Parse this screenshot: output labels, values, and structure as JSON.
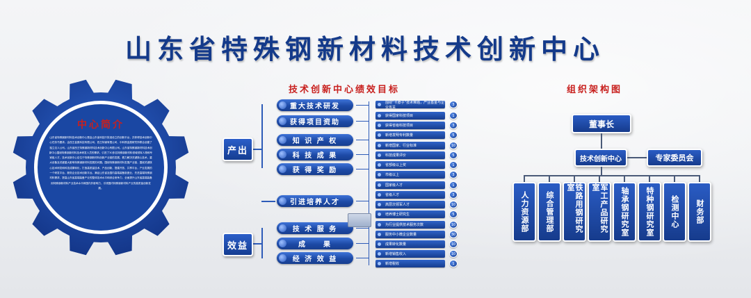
{
  "title": "山东省特殊钢新材料技术创新中心",
  "intro": {
    "title": "中心简介",
    "text": "山东省特殊钢新材料技术创新中心是由山东省科技厅批准设立的创新平台，并获得技术创新中心任务书要求。由西王金属科技有限公司、西王特钢有限公司、中科院金属研究所联合创建了独立法人公司。山东省西王特殊钢新材料技术创新中心有限公司。山东省特殊钢新材料技术创新中心围绕特殊钢新材料技术研发人员的需求，引进了30多名特殊钢新材料领域领军人物和专家组人才，技术创新中心定位于特殊钢新材料创新产业链的发展，着力解决关键核心技术，重大设备及关键重大影响特殊钢新材料发展的问题。围绕特殊钢新材料发展产业链，围绕关键核心技术研发和科技成果转化，打造高质量技术、产品创新，搭建开放、共享平台，产业发展的一个研发平台，服务企业技术创新平台。满足山东省及国内高端装备制造业，先进高端特殊钢材料需求，提高山东省高端装备产业的整体技术水平和综合竞争力，全面提升山东省高端装备用特殊钢新材料产业技术水平和国内外影响力，引领国内特殊钢新材料产业的高质量创新发展。"
  },
  "perf": {
    "title": "技术创新中心绩效目标",
    "cat_output": "产出",
    "cat_benefit": "效益",
    "pills": [
      "重大技术研发",
      "获得项目资助",
      "知 识 产 权",
      "科 技 成 果",
      "获 得 奖 励",
      "引进培养人才",
      "技 术 服 务",
      "成　　果",
      "经 济 效 益"
    ],
    "targets": [
      {
        "label": "围绕“卡脖子”技术难题，产业基金与企业攻关",
        "num": "3"
      },
      {
        "label": "获得国家科技项目",
        "num": "1"
      },
      {
        "label": "获得省级科技项目",
        "num": "3"
      },
      {
        "label": "新增发明专利数量",
        "num": "5"
      },
      {
        "label": "新增国家、行业标准",
        "num": "10"
      },
      {
        "label": "科技成果评价",
        "num": "5"
      },
      {
        "label": "省部级以上奖",
        "num": "1"
      },
      {
        "label": "市级以上",
        "num": "3"
      },
      {
        "label": "国家级人才",
        "num": "1"
      },
      {
        "label": "省级人才",
        "num": "3"
      },
      {
        "label": "高层次领军人才",
        "num": "10"
      },
      {
        "label": "培养博士研究生",
        "num": "5"
      },
      {
        "label": "为行业提供技术服务次数",
        "num": "10"
      },
      {
        "label": "服务中小微企业数量",
        "num": "30"
      },
      {
        "label": "成果转化数量",
        "num": "10"
      },
      {
        "label": "新增销售收入",
        "num": "10"
      },
      {
        "label": "新增税收",
        "num": "1"
      }
    ]
  },
  "org": {
    "title": "组织架构图",
    "chairman": "董事长",
    "center": "技术创新中心",
    "experts": "专家委员会",
    "departments": [
      "人力资源部",
      "综合管理部",
      "铁路用钢研究室",
      "军工产品研究室",
      "轴承钢研究室",
      "特种钢研究室",
      "检测中心",
      "财务部"
    ]
  },
  "colors": {
    "primary_blue": "#1d4aa6",
    "title_blue": "#143a8a",
    "accent_red": "#c8201e"
  }
}
